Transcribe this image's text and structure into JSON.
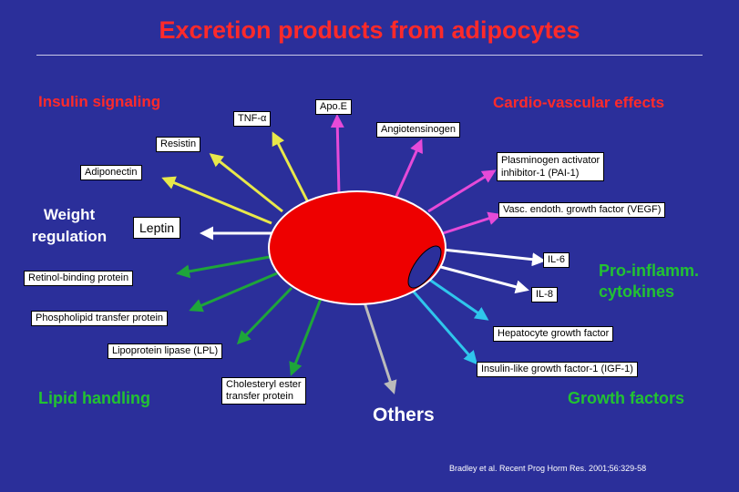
{
  "title": "Excretion products from adipocytes",
  "groups": {
    "insulin_signaling": "Insulin signaling",
    "cardiovascular_effects": "Cardio-vascular effects",
    "weight_regulation_line1": "Weight",
    "weight_regulation_line2": "regulation",
    "pro_inflammatory_line1": "Pro-inflamm.",
    "pro_inflammatory_line2": "cytokines",
    "lipid_handling": "Lipid handling",
    "growth_factors": "Growth factors",
    "others": "Others"
  },
  "products": {
    "tnf_alpha": "TNF-α",
    "apo_e": "Apo.E",
    "angiotensinogen": "Angiotensinogen",
    "resistin": "Resistin",
    "pai1_line1": "Plasminogen activator",
    "pai1_line2": "inhibitor-1 (PAI-1)",
    "adiponectin": "Adiponectin",
    "vegf": "Vasc. endoth. growth factor (VEGF)",
    "leptin": "Leptin",
    "il6": "IL-6",
    "il8": "IL-8",
    "retinol_binding_protein": "Retinol-binding protein",
    "phospholipid_transfer_protein": "Phospholipid transfer protein",
    "hepatocyte_growth_factor": "Hepatocyte growth factor",
    "lipoprotein_lipase": "Lipoprotein lipase (LPL)",
    "igf1": "Insulin-like growth factor-1 (IGF-1)",
    "cetp_line1": "Cholesteryl ester",
    "cetp_line2": "transfer protein"
  },
  "citation": "Bradley et al. Recent Prog Horm Res. 2001;56:329-58",
  "colors": {
    "background": "#2b2f9a",
    "cell": "#ee0000",
    "nucleus": "#2b2f9a",
    "arrow_insulin": "#e8e84a",
    "arrow_cardio": "#e64ad8",
    "arrow_lipid": "#1ea53a",
    "arrow_growth": "#2fc6ec",
    "arrow_weight": "#ffffff",
    "arrow_inflam": "#ffffff",
    "arrow_others": "#bbbbbb"
  }
}
